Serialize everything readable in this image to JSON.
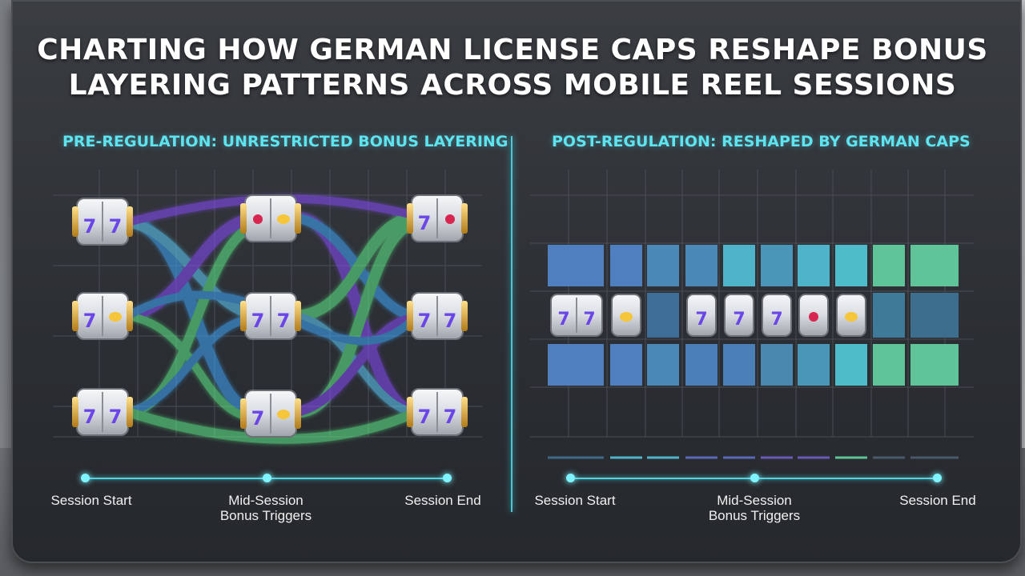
{
  "title": {
    "line1": "CHARTING HOW GERMAN LICENSE CAPS RESHAPE BONUS",
    "line2": "LAYERING PATTERNS ACROSS MOBILE REEL SESSIONS"
  },
  "left_panel": {
    "heading": "PRE-REGULATION: UNRESTRICTED BONUS LAYERING",
    "timeline": {
      "start": "Session Start",
      "mid_line1": "Mid-Session",
      "mid_line2": "Bonus Triggers",
      "end": "Session End"
    }
  },
  "right_panel": {
    "heading": "POST-REGULATION: RESHAPED BY GERMAN CAPS",
    "timeline": {
      "start": "Session Start",
      "mid_line1": "Mid-Session",
      "mid_line2": "Bonus Triggers",
      "end": "Session End"
    }
  },
  "colors": {
    "accent_cyan": "#5fe3ee",
    "flow_blue": "#3fa8ff",
    "flow_purple": "#8a4dff",
    "flow_green": "#5ef08a",
    "tile_blue": "#4f7fbf",
    "tile_teal": "#4fb3c9",
    "tile_green": "#5fc49a"
  },
  "icons": [
    "slot-reel-icon",
    "seven-symbol",
    "cherry-symbol",
    "lemon-symbol"
  ]
}
